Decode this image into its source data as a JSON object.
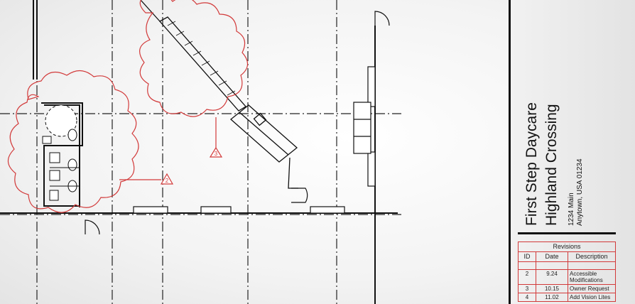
{
  "title_block": {
    "project_name": "First Step Daycare",
    "project_subtitle": "Highland Crossing",
    "address_line1": "1234 Main",
    "address_line2": "Anytown, USA 01234"
  },
  "revisions": {
    "title": "Revisions",
    "columns": [
      "ID",
      "Date",
      "Description"
    ],
    "rows": [
      {
        "id": "2",
        "date": "9.24",
        "description": "Accessible Modifications"
      },
      {
        "id": "3",
        "date": "10.15",
        "description": "Owner Request"
      },
      {
        "id": "4",
        "date": "11.02",
        "description": "Add Vision Lites"
      }
    ]
  },
  "revision_tags": [
    "3",
    "2"
  ],
  "colors": {
    "revision": "#d23a3a",
    "linework": "#111111"
  }
}
